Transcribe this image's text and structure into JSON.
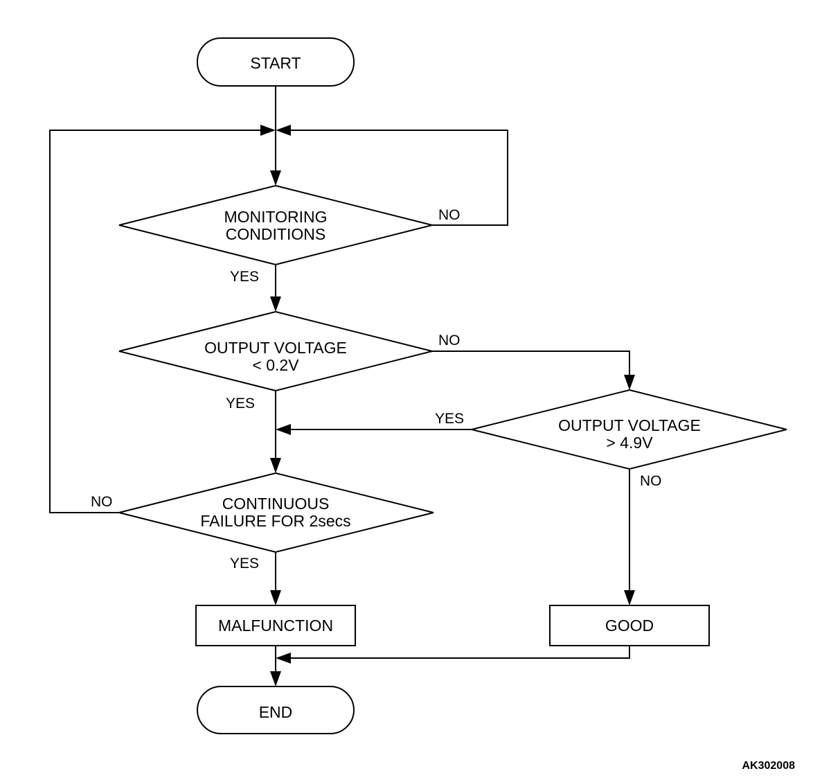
{
  "nodes": {
    "start": {
      "label": "START"
    },
    "monitoring": {
      "line1": "MONITORING",
      "line2": "CONDITIONS"
    },
    "low_voltage": {
      "line1": "OUTPUT VOLTAGE",
      "line2": "< 0.2V"
    },
    "high_voltage": {
      "line1": "OUTPUT VOLTAGE",
      "line2": "> 4.9V"
    },
    "continuous": {
      "line1": "CONTINUOUS",
      "line2": "FAILURE FOR 2secs"
    },
    "malfunction": {
      "label": "MALFUNCTION"
    },
    "good": {
      "label": "GOOD"
    },
    "end": {
      "label": "END"
    }
  },
  "edges": {
    "monitoring_no": "NO",
    "monitoring_yes": "YES",
    "low_no": "NO",
    "low_yes": "YES",
    "high_yes": "YES",
    "high_no": "NO",
    "continuous_no": "NO",
    "continuous_yes": "YES"
  },
  "figure_code": "AK302008"
}
